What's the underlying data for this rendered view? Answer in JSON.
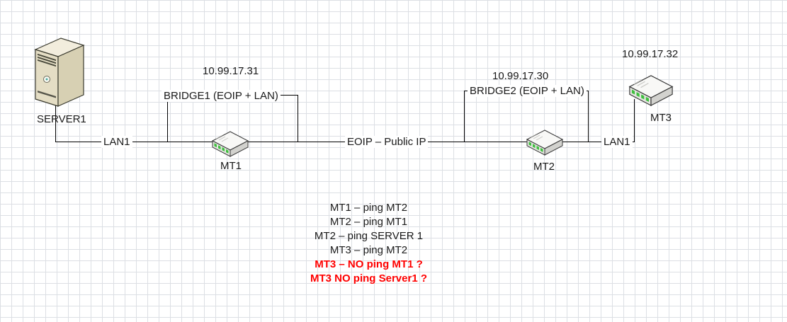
{
  "diagram": {
    "nodes": {
      "server1": {
        "label": "SERVER1"
      },
      "mt1": {
        "label": "MT1",
        "ip": "10.99.17.31"
      },
      "mt2": {
        "label": "MT2",
        "ip": "10.99.17.30"
      },
      "mt3": {
        "label": "MT3",
        "ip": "10.99.17.32"
      }
    },
    "links": {
      "lan_left": "LAN1",
      "eoip": "EOIP – Public IP",
      "lan_right": "LAN1",
      "bridge1": "BRIDGE1 (EOIP + LAN)",
      "bridge2": "BRIDGE2 (EOIP + LAN)"
    },
    "notes": [
      {
        "text": "MT1 – ping MT2",
        "class": "note"
      },
      {
        "text": "MT2 – ping MT1",
        "class": "note"
      },
      {
        "text": "MT2 – ping SERVER 1",
        "class": "note"
      },
      {
        "text": "MT3 – ping MT2",
        "class": "note"
      },
      {
        "text": "MT3 – NO ping MT1 ?",
        "class": "note error"
      },
      {
        "text": "MT3 NO ping Server1 ?",
        "class": "note error"
      }
    ]
  },
  "colors": {
    "line": "#000000",
    "error": "#ff0000",
    "grid": "#dcdfe4",
    "led_green": "#3fbf3f"
  }
}
